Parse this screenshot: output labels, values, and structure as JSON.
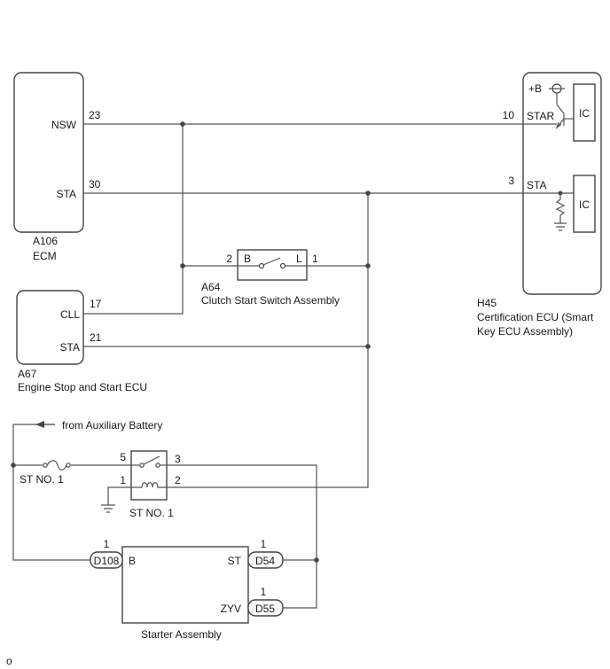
{
  "ecm": {
    "code": "A106",
    "name": "ECM",
    "pin_nsw": "NSW",
    "pin_nsw_num": "23",
    "pin_sta": "STA",
    "pin_sta_num": "30"
  },
  "cert_ecu": {
    "code": "H45",
    "name_line1": "Certification ECU (Smart",
    "name_line2": "Key ECU Assembly)",
    "pin_star": "STAR",
    "pin_star_num": "10",
    "pin_sta": "STA",
    "pin_sta_num": "3",
    "power": "+B",
    "ic1": "IC",
    "ic2": "IC"
  },
  "clutch_switch": {
    "code": "A64",
    "name": "Clutch Start Switch Assembly",
    "pin_b": "B",
    "pin_b_num": "2",
    "pin_l": "L",
    "pin_l_num": "1"
  },
  "engine_stop_start_ecu": {
    "code": "A67",
    "name": "Engine Stop and Start ECU",
    "pin_cll": "CLL",
    "pin_cll_num": "17",
    "pin_sta": "STA",
    "pin_sta_num": "21"
  },
  "aux_battery": {
    "label": "from Auxiliary Battery"
  },
  "fuse": {
    "label": "ST NO. 1"
  },
  "relay": {
    "label": "ST NO. 1",
    "pin5": "5",
    "pin3": "3",
    "pin1": "1",
    "pin2": "2"
  },
  "starter": {
    "name": "Starter Assembly",
    "pin_b": "B",
    "pin_st": "ST",
    "pin_zyv": "ZYV",
    "conn_b": "D108",
    "conn_b_num": "1",
    "conn_st": "D54",
    "conn_st_num": "1",
    "conn_zyv": "D55",
    "conn_zyv_num": "1"
  },
  "footer": {
    "page_marker": "o"
  }
}
